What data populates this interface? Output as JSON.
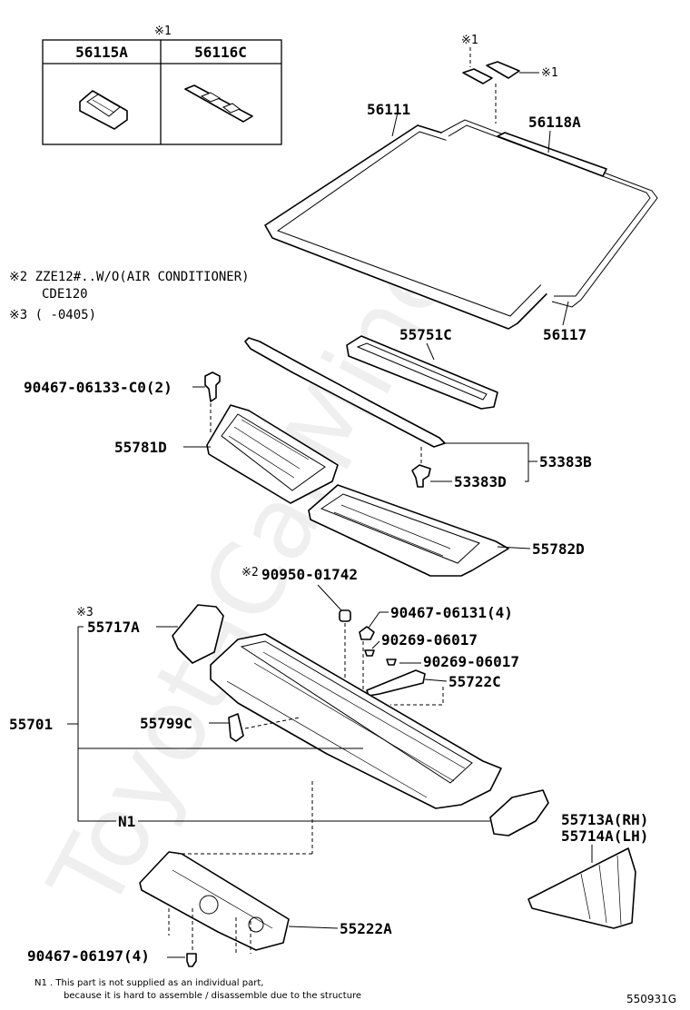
{
  "watermark": "ToyotaCarMine.ru",
  "inset": {
    "mark": "※1",
    "headers": [
      "56115A",
      "56116C"
    ]
  },
  "notes": {
    "n2_line1": "※2  ZZE12#..W/O(AIR CONDITIONER)",
    "n2_line2": "CDE120",
    "n3": "※3  (     -0405)"
  },
  "marks": {
    "m1a": "※1",
    "m1b": "※1",
    "m2": "※2",
    "m3": "※3"
  },
  "labels": {
    "p56111": "56111",
    "p56118A": "56118A",
    "p56117": "56117",
    "p55751C": "55751C",
    "p90467_06133": "90467-06133-C0(2)",
    "p55781D": "55781D",
    "p53383B": "53383B",
    "p53383D": "53383D",
    "p55782D": "55782D",
    "p90950_01742": "90950-01742",
    "p55717A": "55717A",
    "p90467_06131": "90467-06131(4)",
    "p90269_06017a": "90269-06017",
    "p90269_06017b": "90269-06017",
    "p55722C": "55722C",
    "p55701": "55701",
    "p55799C": "55799C",
    "pN1": "N1",
    "p55713A": "55713A(RH)",
    "p55714A": "55714A(LH)",
    "p55222A": "55222A",
    "p90467_06197": "90467-06197(4)"
  },
  "footnote": {
    "line1": "N1 .  This part is not supplied as an individual part,",
    "line2": "because it is hard to assemble / disassemble due to the structure"
  },
  "figure_id": "550931G"
}
